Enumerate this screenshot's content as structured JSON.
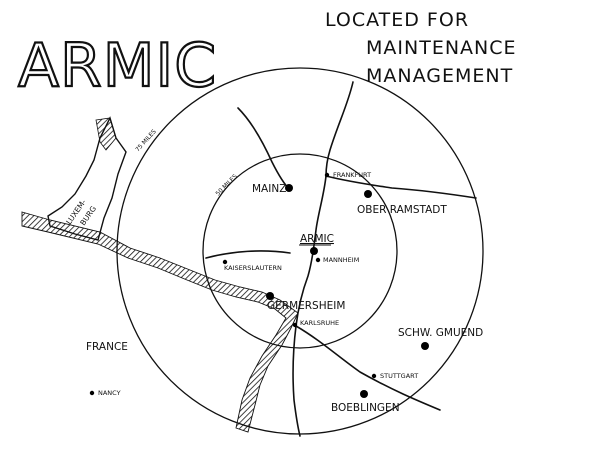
{
  "logo": "ARMIC",
  "headline": [
    "LOCATED FOR",
    "MAINTENANCE",
    "MANAGEMENT"
  ],
  "ring_labels": {
    "outer": "75 MILES",
    "inner": "50 MILES"
  },
  "cities": [
    {
      "id": "mainz",
      "name": "MAINZ",
      "size": "big"
    },
    {
      "id": "frankfurt",
      "name": "FRANKFURT",
      "size": "small"
    },
    {
      "id": "ober-ramstadt",
      "name": "OBER RAMSTADT",
      "size": "big"
    },
    {
      "id": "armic",
      "name": "ARMIC",
      "size": "big"
    },
    {
      "id": "mannheim",
      "name": "MANNHEIM",
      "size": "small"
    },
    {
      "id": "kaiserslautern",
      "name": "KAISERSLAUTERN",
      "size": "small"
    },
    {
      "id": "germersheim",
      "name": "GERMERSHEIM",
      "size": "big"
    },
    {
      "id": "karlsruhe",
      "name": "KARLSRUHE",
      "size": "small"
    },
    {
      "id": "schw-gmuend",
      "name": "SCHW. GMUEND",
      "size": "big"
    },
    {
      "id": "stuttgart",
      "name": "STUTTGART",
      "size": "small"
    },
    {
      "id": "boeblingen",
      "name": "BOEBLINGEN",
      "size": "big"
    },
    {
      "id": "nancy",
      "name": "NANCY",
      "size": "small"
    }
  ],
  "regions": {
    "france": "FRANCE",
    "luxembourg": [
      "LUXEM-",
      "BURG"
    ]
  }
}
